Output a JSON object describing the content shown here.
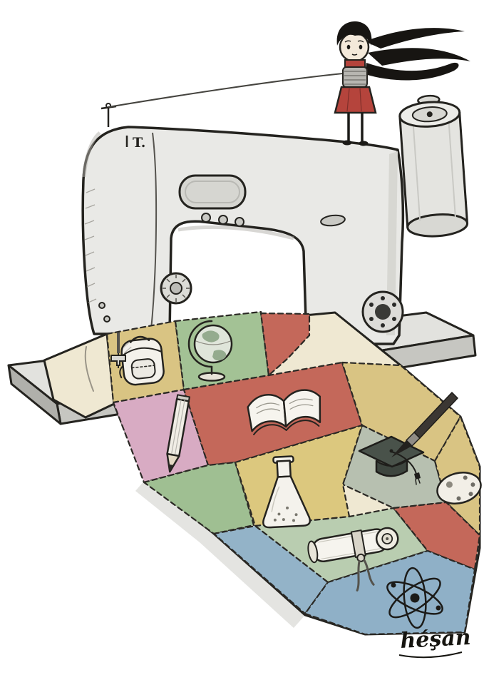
{
  "scene": {
    "description": "Editorial cartoon: a small girl bound by thread stands on a sewing machine that stitches a patchwork banner of school symbols",
    "background_color": "#ffffff",
    "signature": "héşan"
  },
  "machine": {
    "label": "sewing machine",
    "marking": "T.",
    "body_color": "#e9e9e6",
    "detail_color": "#cdcdc8",
    "outline_color": "#24231f",
    "base_top_color": "#e2e2de",
    "base_front_color": "#c6c6c1",
    "base_left_color": "#b0b0ab",
    "thread_color": "#45443f"
  },
  "girl": {
    "label": "girl bound by sewing thread",
    "skin_color": "#f3e9da",
    "hair_color": "#171512",
    "dress_color": "#b5443c",
    "binding_color": "#b7b6b1"
  },
  "quilt": {
    "label": "patchwork banner of education symbols",
    "backing_color": "#efe8d2",
    "stitch_color": "#2b2925",
    "patches": [
      {
        "symbol": "school backpack",
        "color": "#d9c483"
      },
      {
        "symbol": "world globe",
        "color": "#a3c295"
      },
      {
        "symbol": "plain",
        "color": "#c4685a"
      },
      {
        "symbol": "pencil",
        "color": "#d8abc3"
      },
      {
        "symbol": "open book",
        "color": "#c4685a"
      },
      {
        "symbol": "paintbrush",
        "color": "#d9c483"
      },
      {
        "symbol": "graduation cap",
        "color": "#b7c0b0"
      },
      {
        "symbol": "plain",
        "color": "#9fbf92"
      },
      {
        "symbol": "chemistry flask",
        "color": "#dcc87e"
      },
      {
        "symbol": "paint palette",
        "color": "#d9c483"
      },
      {
        "symbol": "diploma scroll",
        "color": "#b9cdb0"
      },
      {
        "symbol": "plain",
        "color": "#c4685a"
      },
      {
        "symbol": "plain",
        "color": "#93b3c8"
      },
      {
        "symbol": "atom",
        "color": "#8fb0c7"
      }
    ]
  }
}
